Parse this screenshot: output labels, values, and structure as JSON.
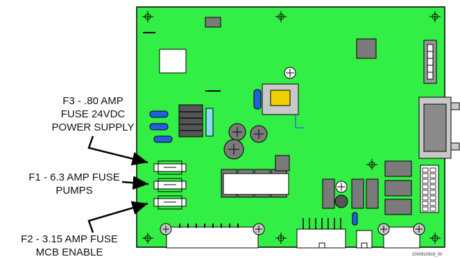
{
  "labels": {
    "f3": {
      "line1": "F3 - .80 AMP",
      "line2": "FUSE 24VDC",
      "line3": "POWER SUPPLY"
    },
    "f1": {
      "line1": "F1 - 6.3 AMP FUSE",
      "line2": "PUMPS"
    },
    "f2": {
      "line1": "F2 - 3.15 AMP FUSE",
      "line2": "MCB ENABLE"
    }
  },
  "doc_code": "2000810819_00",
  "colors": {
    "board": "#33ee44",
    "outline": "#000000",
    "component_gray": "#7a7a7a",
    "light_gray": "#c8c8c8",
    "capacitor_blue": "#2060e0",
    "heatsink_cyan": "#88ddee",
    "transformer_yellow": "#f0d000",
    "label_text": "#111111"
  },
  "icons": [
    "crosshair-icon",
    "fuse-icon",
    "capacitor-icon",
    "screw-terminal-icon"
  ]
}
